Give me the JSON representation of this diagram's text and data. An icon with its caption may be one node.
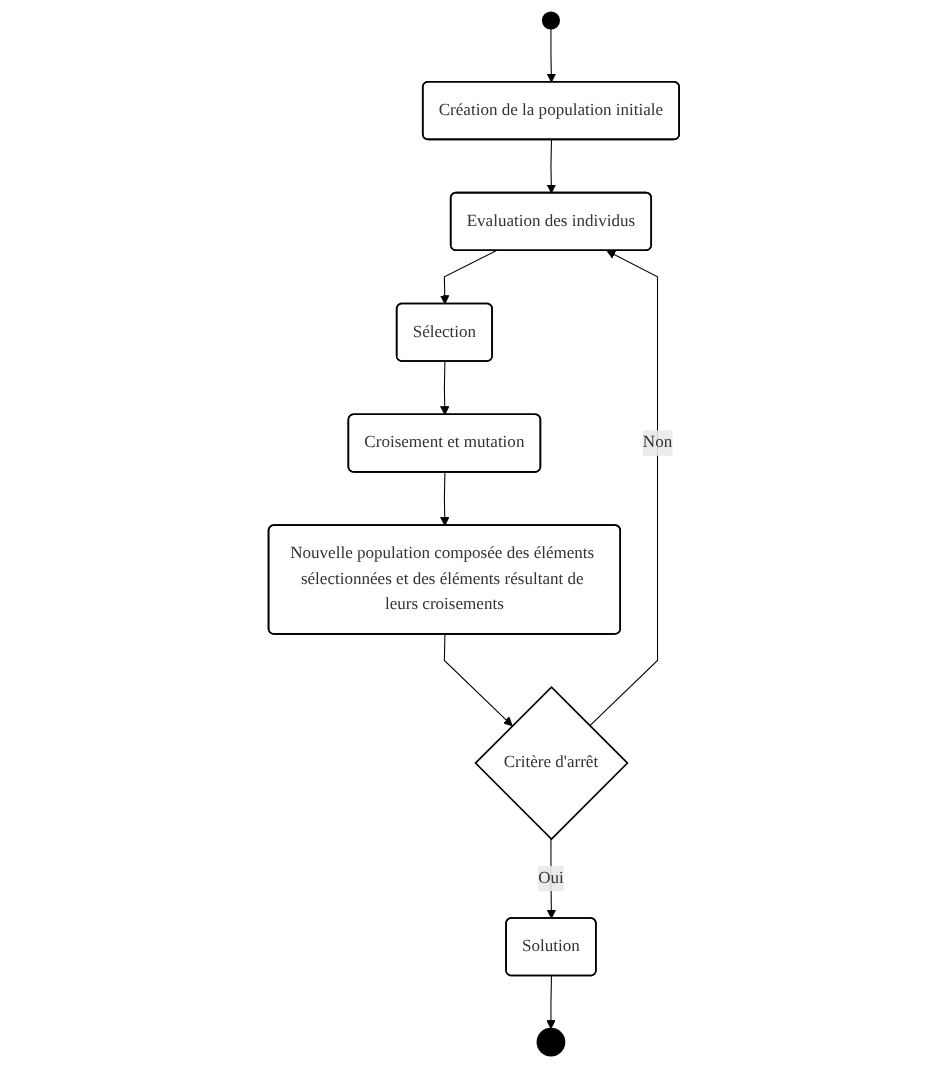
{
  "diagram": {
    "nodes": [
      {
        "text": [],
        "shape": "circle"
      },
      {
        "text": [
          "Création de la population initiale"
        ]
      },
      {
        "text": [
          "Evaluation des individus"
        ]
      },
      {
        "text": [
          "Sélection"
        ]
      },
      {
        "text": [
          "Croisement et mutation"
        ]
      },
      {
        "text": [
          "Nouvelle population composée des éléments sélectionnées et des éléments résultant de leurs croisements"
        ]
      },
      {
        "text": [
          "Critère d'arrêt"
        ]
      },
      {
        "text": [
          "Solution"
        ]
      },
      {
        "text": [],
        "shape": "circle"
      }
    ],
    "edges": [
      {
        "from": 0,
        "to": 1,
        "arrow": "to"
      },
      {
        "from": 1,
        "to": 2,
        "arrow": "to"
      },
      {
        "from": 2,
        "to": 3,
        "arrow": "to"
      },
      {
        "from": 3,
        "to": 4,
        "arrow": "to"
      },
      {
        "from": 4,
        "to": 5,
        "arrow": "to"
      },
      {
        "from": 5,
        "to": 6,
        "arrow": "to"
      },
      {
        "from": 6,
        "to": 2,
        "arrow": "to",
        "label": "Non"
      },
      {
        "from": 6,
        "to": 7,
        "arrow": "to",
        "label": "Oui"
      },
      {
        "from": 7,
        "to": 8,
        "arrow": "to"
      }
    ]
  }
}
